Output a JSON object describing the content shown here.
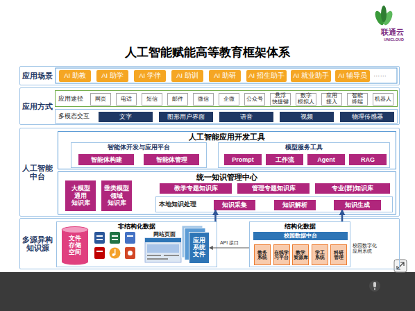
{
  "diagram": {
    "title": "人工智能赋能高等教育框架体系",
    "nodes": [
      {
        "text": [
          "应用场景"
        ]
      },
      {
        "text": [
          "AI 助教"
        ],
        "in": 0
      },
      {
        "text": [
          "AI 助学"
        ],
        "in": 0
      },
      {
        "text": [
          "AI 学伴"
        ],
        "in": 0
      },
      {
        "text": [
          "AI 助训"
        ],
        "in": 0
      },
      {
        "text": [
          "AI 助研"
        ],
        "in": 0
      },
      {
        "text": [
          "AI 招生助手"
        ],
        "in": 0
      },
      {
        "text": [
          "AI 就业助手"
        ],
        "in": 0
      },
      {
        "text": [
          "AI 辅导员"
        ],
        "in": 0
      },
      {
        "text": [
          "应用方式"
        ]
      },
      {
        "text": [
          "应用途径"
        ],
        "in": 9
      },
      {
        "text": [
          "网页"
        ],
        "in": 10
      },
      {
        "text": [
          "电话"
        ],
        "in": 10
      },
      {
        "text": [
          "短信"
        ],
        "in": 10
      },
      {
        "text": [
          "邮件"
        ],
        "in": 10
      },
      {
        "text": [
          "微信"
        ],
        "in": 10
      },
      {
        "text": [
          "企微"
        ],
        "in": 10
      },
      {
        "text": [
          "公众号"
        ],
        "in": 10
      },
      {
        "text": [
          "悬浮 快捷键"
        ],
        "in": 10
      },
      {
        "text": [
          "数字 模拟人"
        ],
        "in": 10
      },
      {
        "text": [
          "应用 接入"
        ],
        "in": 10
      },
      {
        "text": [
          "智能 终端"
        ],
        "in": 10
      },
      {
        "text": [
          "机器人"
        ],
        "in": 10
      },
      {
        "text": [
          "多模态交互"
        ],
        "in": 9
      },
      {
        "text": [
          "文字"
        ],
        "in": 23
      },
      {
        "text": [
          "图形用户界面"
        ],
        "in": 23
      },
      {
        "text": [
          "语音"
        ],
        "in": 23
      },
      {
        "text": [
          "视频"
        ],
        "in": 23
      },
      {
        "text": [
          "物理传感器"
        ],
        "in": 23
      },
      {
        "text": [
          "人工智能 中台"
        ]
      },
      {
        "text": [
          "人工智能应用开发工具"
        ],
        "in": 29
      },
      {
        "text": [
          "智能体开发与应用平台"
        ],
        "in": 30
      },
      {
        "text": [
          "智能体构建"
        ],
        "in": 31
      },
      {
        "text": [
          "智能体管理"
        ],
        "in": 31
      },
      {
        "text": [
          "模型服务工具"
        ],
        "in": 30
      },
      {
        "text": [
          "Prompt"
        ],
        "in": 34
      },
      {
        "text": [
          "工作流"
        ],
        "in": 34
      },
      {
        "text": [
          "Agent"
        ],
        "in": 34
      },
      {
        "text": [
          "RAG"
        ],
        "in": 34
      },
      {
        "text": [
          "统一知识管理中心"
        ],
        "in": 29
      },
      {
        "text": [
          "大模型 通用 知识库"
        ],
        "in": 39
      },
      {
        "text": [
          "垂类模型 领域 知识库"
        ],
        "in": 39
      },
      {
        "text": [
          "教学专题知识库"
        ],
        "in": 39
      },
      {
        "text": [
          "管理专题知识库"
        ],
        "in": 39
      },
      {
        "text": [
          "专业(群)知识库"
        ],
        "in": 39
      },
      {
        "text": [
          "本地知识处理"
        ],
        "in": 39
      },
      {
        "text": [
          "知识采集"
        ],
        "in": 45
      },
      {
        "text": [
          "知识解析"
        ],
        "in": 45
      },
      {
        "text": [
          "知识生成"
        ],
        "in": 45
      },
      {
        "text": [
          "多源异构 知识源"
        ]
      },
      {
        "text": [
          "非结构化数据"
        ],
        "in": 49
      },
      {
        "text": [
          "文件 存储 空间"
        ],
        "in": 50
      },
      {
        "text": [
          "网站页面"
        ],
        "in": 50
      },
      {
        "text": [
          "应用 系统 文件"
        ],
        "in": 50
      },
      {
        "text": [
          "结构化数据"
        ],
        "in": 49
      },
      {
        "text": [
          "校园数据中台"
        ],
        "in": 54
      },
      {
        "text": [
          "教务 系统"
        ],
        "in": 54
      },
      {
        "text": [
          "在线学 习平台"
        ],
        "in": 54
      },
      {
        "text": [
          "教学 资源库"
        ],
        "in": 54
      },
      {
        "text": [
          "学工 系统"
        ],
        "in": 54
      },
      {
        "text": [
          "科研 管理"
        ],
        "in": 54
      }
    ],
    "edges": [
      {
        "from": 50,
        "to": 46,
        "arrow": "to"
      },
      {
        "from": 54,
        "to": 48,
        "arrow": "to"
      },
      {
        "from": 54,
        "to": 53,
        "label": "API 接口",
        "arrow": "to"
      }
    ],
    "labels": [
      "……",
      "校园数字化 应用系统",
      "联通云",
      "UNICLOUD"
    ]
  }
}
